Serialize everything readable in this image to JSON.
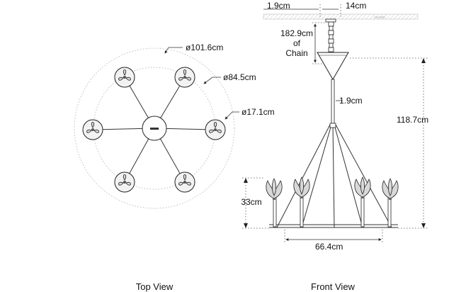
{
  "top_view": {
    "caption": "Top View",
    "dims": {
      "outer_diameter": "ø101.6cm",
      "inner_diameter": "ø84.5cm",
      "shade_diameter": "ø17.1cm"
    }
  },
  "front_view": {
    "caption": "Front View",
    "dims": {
      "canopy_height": "1.9cm",
      "canopy_width": "14cm",
      "chain_length": "182.9cm",
      "chain_of": "of",
      "chain_word": "Chain",
      "stem_diameter": "1.9cm",
      "overall_height": "118.7cm",
      "arm_height": "33cm",
      "width": "66.4cm"
    },
    "ceiling_marking": "CEILING"
  },
  "colors": {
    "line": "#333333",
    "petal_fill": "#d8d8d8",
    "guide": "#bbbbbb"
  }
}
